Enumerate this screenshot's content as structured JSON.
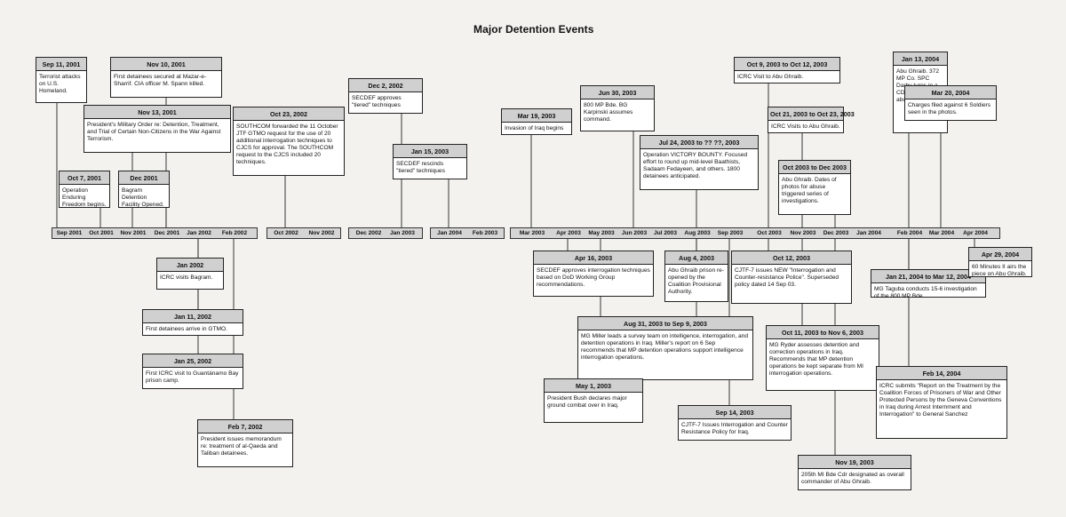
{
  "title": "Major Detention Events",
  "timeline_bars": [
    {
      "ticks": [
        "Sep 2001",
        "Oct 2001",
        "Nov 2001",
        "Dec 2001",
        "Jan 2002",
        "Feb 2002"
      ]
    },
    {
      "ticks": [
        "Oct 2002",
        "Nov 2002"
      ]
    },
    {
      "ticks": [
        "Dec 2002",
        "Jan 2003"
      ]
    },
    {
      "ticks": [
        "Jan 2004",
        "Feb 2003"
      ]
    },
    {
      "ticks": [
        "Mar 2003",
        "Apr 2003",
        "May 2003",
        "Jun 2003",
        "Jul 2003",
        "Aug 2003",
        "Sep 2003",
        "Oct 2003",
        "Nov 2003",
        "Dec 2003",
        "Jan 2004",
        "Feb 2004",
        "Mar 2004",
        "Apr 2004"
      ]
    }
  ],
  "events": [
    {
      "date": "Sep 11, 2001",
      "text": "Terrorist attacks on U.S. Homeland."
    },
    {
      "date": "Nov 10, 2001",
      "text": "First detainees secured at Mazar-e-Sharrif. CIA officer M. Spann killed."
    },
    {
      "date": "Nov 13, 2001",
      "text": "President's Military Order re: Detention, Treatment, and Trial of Certain Non-Citizens in the War Against Terrorism."
    },
    {
      "date": "Oct 7, 2001",
      "text": "Operation Enduring Freedom begins."
    },
    {
      "date": "Dec 2001",
      "text": "Bagram Detention Facility Opened."
    },
    {
      "date": "Oct 23, 2002",
      "text": "SOUTHCOM forwarded the 11 October JTF GTMO request for the use of 20 additional interrogation techniques to CJCS for approval. The SOUTHCOM request to the CJCS included 20 techniques."
    },
    {
      "date": "Dec 2, 2002",
      "text": "SECDEF approves \"tiered\" techniques"
    },
    {
      "date": "Jan 15, 2003",
      "text": "SECDEF rescinds \"tiered\" techniques"
    },
    {
      "date": "Mar 19, 2003",
      "text": "Invasion of Iraq begins"
    },
    {
      "date": "Jun 30, 2003",
      "text": "800 MP Bde. BG Karpinski assumes command."
    },
    {
      "date": "Jul 24, 2003 to ?? ??, 2003",
      "text": "Operation VICTORY BOUNTY. Focused effort to round up mid-level Baathists, Sadaam Fedayeen, and others. 1800 detainees anticipated."
    },
    {
      "date": "Oct 9, 2003 to Oct 12, 2003",
      "text": "ICRC Visit to Abu Ghraib."
    },
    {
      "date": "Oct 21, 2003 to Oct 23, 2003",
      "text": "ICRC Visits to Abu Ghraib."
    },
    {
      "date": "Oct 2003 to Dec 2003",
      "text": "Abu Ghraib. Dates of photos for abuse triggered series of investigations."
    },
    {
      "date": "Jan 13, 2004",
      "text": "Abu Ghraib. 372 MP Co. SPC Darby turns in a CD-ROM showing abuse photos."
    },
    {
      "date": "Mar 20, 2004",
      "text": "Charges filed against 6 Soldiers seen in the photos."
    },
    {
      "date": "Jan 2002",
      "text": "ICRC visits Bagram."
    },
    {
      "date": "Jan 11, 2002",
      "text": "First detainees arrive in GTMO."
    },
    {
      "date": "Jan 25, 2002",
      "text": "First ICRC visit to Guantánamo Bay prison camp."
    },
    {
      "date": "Feb 7, 2002",
      "text": "President issues memorandum re: treatment of al-Qaeda and Taliban detainees."
    },
    {
      "date": "Apr 16, 2003",
      "text": "SECDEF approves interrogation techniques based on DoD Working Group recommendations."
    },
    {
      "date": "Aug 4, 2003",
      "text": "Abu Ghraib prison re-opened by the Coalition Provisional Authority."
    },
    {
      "date": "Oct 12, 2003",
      "text": "CJTF-7 issues NEW \"Interrogation and Counter-resistance Police\". Superseded policy dated 14 Sep 03."
    },
    {
      "date": "Jan 21, 2004 to Mar 12, 2004",
      "text": "MG Taguba conducts 15-6 investigation of the 800 MP Bde."
    },
    {
      "date": "Apr 29, 2004",
      "text": "60 Minutes II airs the piece on Abu Ghraib."
    },
    {
      "date": "Aug 31, 2003 to Sep 9, 2003",
      "text": "MG Miller leads a survey team on intelligence, interrogation, and detention operations in Iraq. Miller's report on 6 Sep recommends that MP detention operations support intelligence interrogation operations."
    },
    {
      "date": "Oct 11, 2003 to Nov 6, 2003",
      "text": "MG Ryder assesses detention and correction operations in Iraq. Recommends that MP detention operations be kept separate from MI interrogation operations."
    },
    {
      "date": "May 1, 2003",
      "text": "President Bush declares major ground combat over in Iraq."
    },
    {
      "date": "Sep 14, 2003",
      "text": "CJTF-7 Issues Interrogation and Counter Resistance Policy for Iraq."
    },
    {
      "date": "Feb 14, 2004",
      "text": "ICRC submits \"Report on the Treatment by the Coalition Forces of Prisoners of War and Other Protected Persons by the Geneva Conventions in Iraq during Arrest Internment and Interrogation\" to General Sanchez"
    },
    {
      "date": "Nov 19, 2003",
      "text": "205th MI Bde Cdr designated as overall commander of Abu Ghraib."
    }
  ]
}
